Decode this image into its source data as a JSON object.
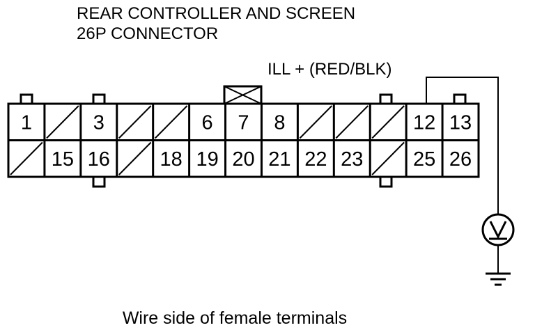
{
  "title": {
    "line1": "REAR CONTROLLER AND SCREEN",
    "line2": "26P CONNECTOR"
  },
  "wire_label": "ILL +  (RED/BLK)",
  "caption": "Wire side of female terminals",
  "connector": {
    "top_row": [
      "1",
      "",
      "3",
      "",
      "",
      "6",
      "7",
      "8",
      "",
      "",
      "",
      "12",
      "13"
    ],
    "bottom_row": [
      "",
      "15",
      "16",
      "",
      "18",
      "19",
      "20",
      "21",
      "22",
      "23",
      "",
      "25",
      "26"
    ]
  },
  "meter": {
    "icon": "voltmeter-icon",
    "ground_icon": "ground-icon"
  }
}
